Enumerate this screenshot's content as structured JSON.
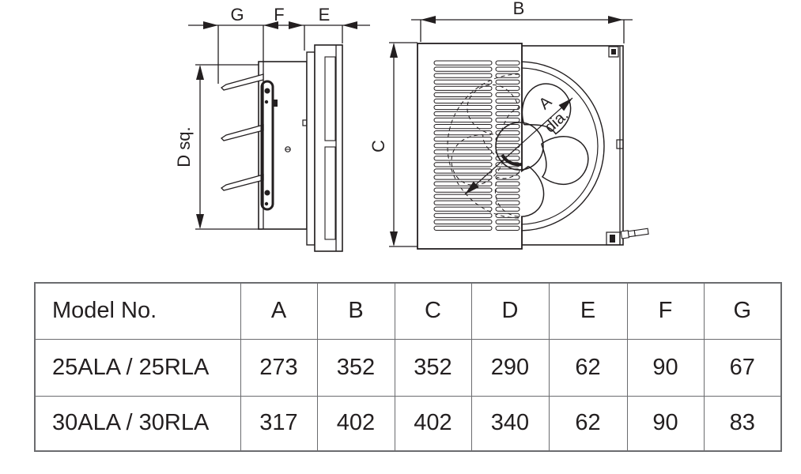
{
  "drawing": {
    "side_view": {
      "dim_labels": {
        "g": "G",
        "f": "F",
        "e": "E",
        "d": "D sq."
      }
    },
    "front_view": {
      "dim_labels": {
        "b": "B",
        "c": "C",
        "a_line1": "A",
        "a_line2": "dia."
      }
    }
  },
  "table": {
    "headers": [
      "Model No.",
      "A",
      "B",
      "C",
      "D",
      "E",
      "F",
      "G"
    ],
    "rows": [
      {
        "model": "25ALA / 25RLA",
        "values": [
          "273",
          "352",
          "352",
          "290",
          "62",
          "90",
          "67"
        ]
      },
      {
        "model": "30ALA / 30RLA",
        "values": [
          "317",
          "402",
          "402",
          "340",
          "62",
          "90",
          "83"
        ]
      }
    ]
  },
  "colors": {
    "line": "#231f20",
    "table_border": "#6b6c6f",
    "text": "#231f20"
  }
}
